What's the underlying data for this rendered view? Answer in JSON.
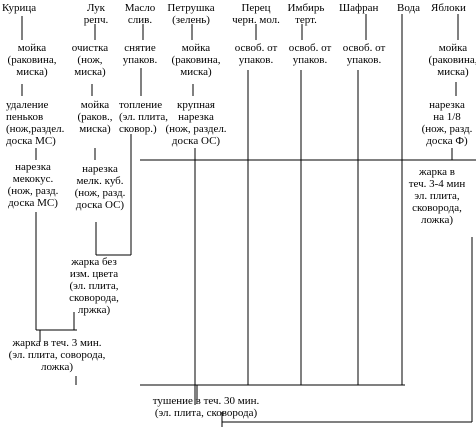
{
  "ingredients": {
    "chicken": "Курица",
    "onion": "Лук\nрепч.",
    "butter": "Масло\nслив.",
    "parsley": "Петрушка\n(зелень)",
    "pepper": "Перец\nчерн. мол.",
    "ginger": "Имбирь\nтерт.",
    "saffron": "Шафран",
    "water": "Вода",
    "apples": "Яблоки"
  },
  "steps": {
    "chicken_wash": "мойка\n(раковина,\nмиска)",
    "chicken_bone": "удаление\nпеньков\n(нож,раздел.\nдоска МС)",
    "chicken_cut": "нарезка\nмекокус.\n(нож, разд.\nдоска МС)",
    "onion_peel": "очистка\n(нож,\nмиска)",
    "onion_wash": "мойка\n(раков.,\nмиска)",
    "onion_cut": "нарезка\nмелк. куб.\n(нож, разд.\nдоска ОС)",
    "butter_unwrap": "снятие\nупаков.",
    "butter_melt": "топление\n(эл. плита,\nсковор.)",
    "parsley_wash": "мойка\n(раковина,\nмиска)",
    "parsley_cut": "крупная\nнарезка\n(нож, раздел.\nдоска ОС)",
    "pepper_unpack": "освоб. от\nупаков.",
    "ginger_unpack": "освоб. от\nупаков.",
    "saffron_unpack": "освоб. от\nупаков.",
    "apples_wash": "мойка\n(раковина,\nмиска)",
    "apples_cut": "нарезка\nна 1/8\n(нож, разд.\nдоска Ф)",
    "apples_fry": "жарка в\nтеч. 3-4 мин\nэл. плита,\nсковорода,\nложка)",
    "onion_fry": "жарка без\nизм. цвета\n(эл. плита,\nсковорода,\nлржка)",
    "chicken_fry": "жарка в теч. 3 мин.\n(эл. плита, соворода,\nложка)",
    "stew": "тушение в теч. 30 мин.\n(эл. плита, сковорода)"
  }
}
